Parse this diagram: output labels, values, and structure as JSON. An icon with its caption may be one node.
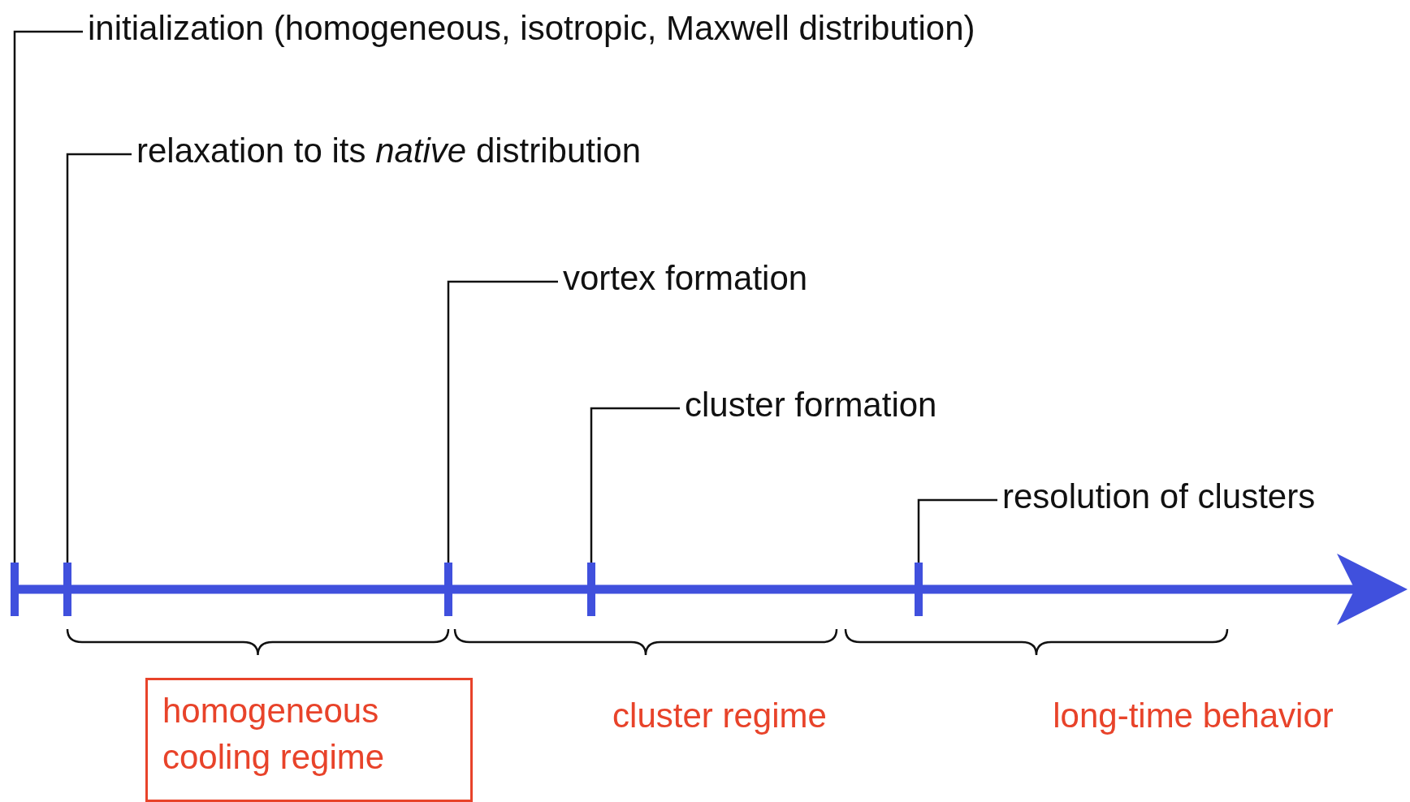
{
  "diagram": {
    "nodes": [
      {
        "text": [
          "initialization (homogeneous, isotropic, Maxwell distribution)"
        ]
      },
      {
        "text": [
          "relaxation to its *native* distribution"
        ]
      },
      {
        "text": [
          "vortex formation"
        ]
      },
      {
        "text": [
          "cluster formation"
        ]
      },
      {
        "text": [
          "resolution of clusters"
        ]
      },
      {
        "text": [],
        "shape": "bar"
      },
      {
        "text": [],
        "shape": "bar"
      },
      {
        "text": [],
        "shape": "bar"
      },
      {
        "text": [],
        "shape": "bar"
      },
      {
        "text": [],
        "shape": "bar"
      },
      {
        "text": [
          "homogeneous cooling regime"
        ]
      }
    ],
    "edges": [
      {
        "from": 0,
        "to": 5,
        "arrow": "none"
      },
      {
        "from": 1,
        "to": 6,
        "arrow": "none"
      },
      {
        "from": 2,
        "to": 7,
        "arrow": "none"
      },
      {
        "from": 3,
        "to": 8,
        "arrow": "none"
      },
      {
        "from": 4,
        "to": 9,
        "arrow": "none"
      }
    ],
    "labels": [
      "cluster regime",
      "long-time behavior"
    ]
  }
}
